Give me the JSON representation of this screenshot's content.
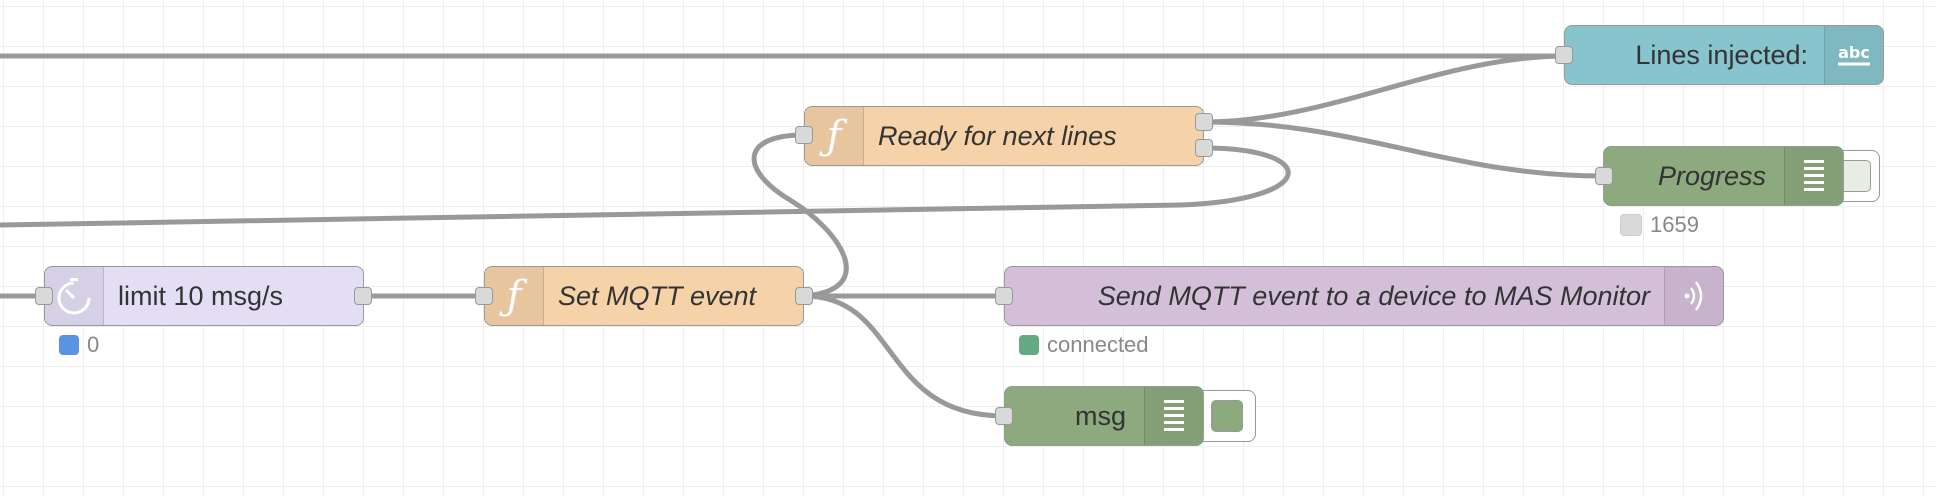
{
  "nodes": {
    "lines_injected": {
      "label": "Lines injected:",
      "color": "#87c4cd",
      "icon": "text-abc-icon"
    },
    "ready_next": {
      "label": "Ready for next lines",
      "color": "#f6d2a8",
      "icon": "function-icon"
    },
    "progress": {
      "label": "Progress",
      "color": "#8da97e",
      "icon": "debug-list-icon",
      "status": "1659"
    },
    "limit": {
      "label": "limit 10 msg/s",
      "color": "#e3def4",
      "icon": "timer-icon",
      "status": "0",
      "status_color": "#5b93e3"
    },
    "set_mqtt": {
      "label": "Set MQTT event",
      "color": "#f6d2a8",
      "icon": "function-icon"
    },
    "send_mqtt": {
      "label": "Send MQTT event to a device to MAS Monitor",
      "color": "#d4bfd9",
      "icon": "mqtt-wave-icon",
      "status": "connected",
      "status_color": "#65a985"
    },
    "msg": {
      "label": "msg",
      "color": "#8da97e",
      "icon": "debug-list-icon"
    }
  },
  "icons": {
    "function_glyph": "ƒ",
    "abc_text": "abc"
  }
}
